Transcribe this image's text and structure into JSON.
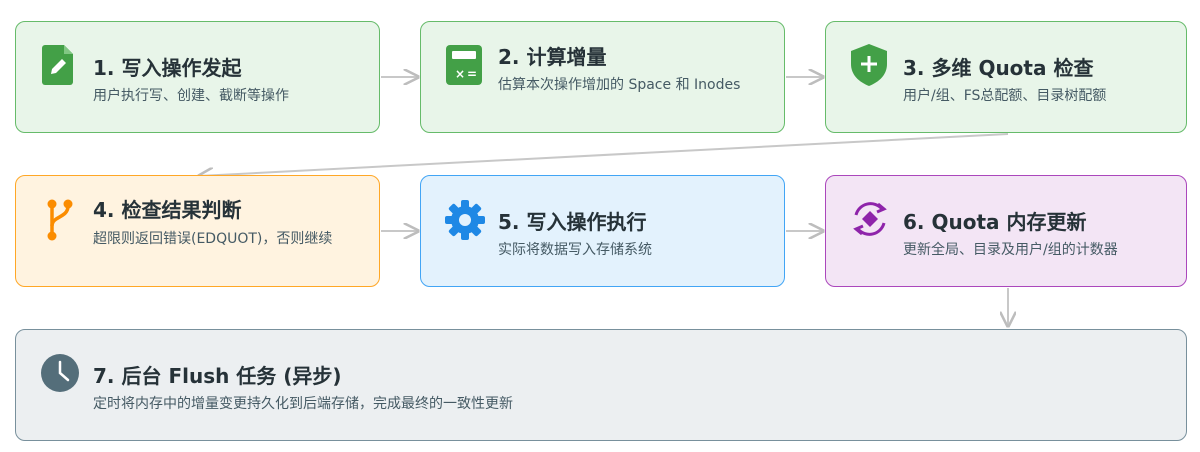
{
  "steps": [
    {
      "title": "1. 写入操作发起",
      "desc": "用户执行写、创建、截断等操作",
      "icon": "edit-document-icon",
      "color": "#43a047"
    },
    {
      "title": "2. 计算增量",
      "desc": "估算本次操作增加的 Space 和 Inodes",
      "icon": "calculator-icon",
      "color": "#43a047"
    },
    {
      "title": "3. 多维 Quota 检查",
      "desc": "用户/组、FS总配额、目录树配额",
      "icon": "shield-plus-icon",
      "color": "#43a047"
    },
    {
      "title": "4. 检查结果判断",
      "desc": "超限则返回错误(EDQUOT)，否则继续",
      "icon": "branch-icon",
      "color": "#fb8c00"
    },
    {
      "title": "5. 写入操作执行",
      "desc": "实际将数据写入存储系统",
      "icon": "gear-icon",
      "color": "#1e88e5"
    },
    {
      "title": "6. Quota 内存更新",
      "desc": "更新全局、目录及用户/组的计数器",
      "icon": "sync-icon",
      "color": "#8e24aa"
    },
    {
      "title": "7. 后台 Flush 任务 (异步)",
      "desc": "定时将内存中的增量变更持久化到后端存储，完成最终的一致性更新",
      "icon": "clock-icon",
      "color": "#546e7a"
    }
  ],
  "connector_color": "#bdbdbd"
}
